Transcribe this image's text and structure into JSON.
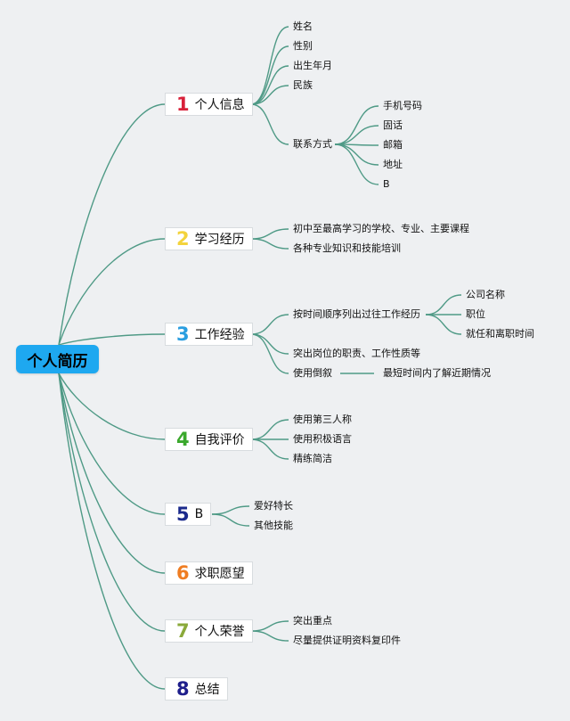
{
  "root": {
    "label": "个人简历"
  },
  "branches": [
    {
      "num": "1",
      "label": "个人信息",
      "color": "#d8213a",
      "children": [
        "姓名",
        "性别",
        "出生年月",
        "民族",
        "联系方式"
      ],
      "sub": {
        "parent": "联系方式",
        "children": [
          "手机号码",
          "固话",
          "邮箱",
          "地址",
          "B"
        ]
      }
    },
    {
      "num": "2",
      "label": "学习经历",
      "color": "#f3d33c",
      "children": [
        "初中至最高学习的学校、专业、主要课程",
        "各种专业知识和技能培训"
      ]
    },
    {
      "num": "3",
      "label": "工作经验",
      "color": "#2a9ee0",
      "children": [
        "按时间顺序列出过往工作经历",
        "突出岗位的职责、工作性质等",
        "使用倒叙"
      ],
      "sub": {
        "parent": "按时间顺序列出过往工作经历",
        "children": [
          "公司名称",
          "职位",
          "就任和离职时间"
        ]
      },
      "sub2": {
        "parent": "使用倒叙",
        "children": [
          "最短时间内了解近期情况"
        ]
      }
    },
    {
      "num": "4",
      "label": "自我评价",
      "color": "#3aa82c",
      "children": [
        "使用第三人称",
        "使用积极语言",
        "精练简洁"
      ]
    },
    {
      "num": "5",
      "label": "B",
      "color": "#1b2a8c",
      "children": [
        "爱好特长",
        "其他技能"
      ]
    },
    {
      "num": "6",
      "label": "求职愿望",
      "color": "#ef7d22",
      "children": []
    },
    {
      "num": "7",
      "label": "个人荣誉",
      "color": "#8aa93a",
      "children": [
        "突出重点",
        "尽量提供证明资料复印件"
      ]
    },
    {
      "num": "8",
      "label": "总结",
      "color": "#1f1f8c",
      "children": []
    }
  ]
}
